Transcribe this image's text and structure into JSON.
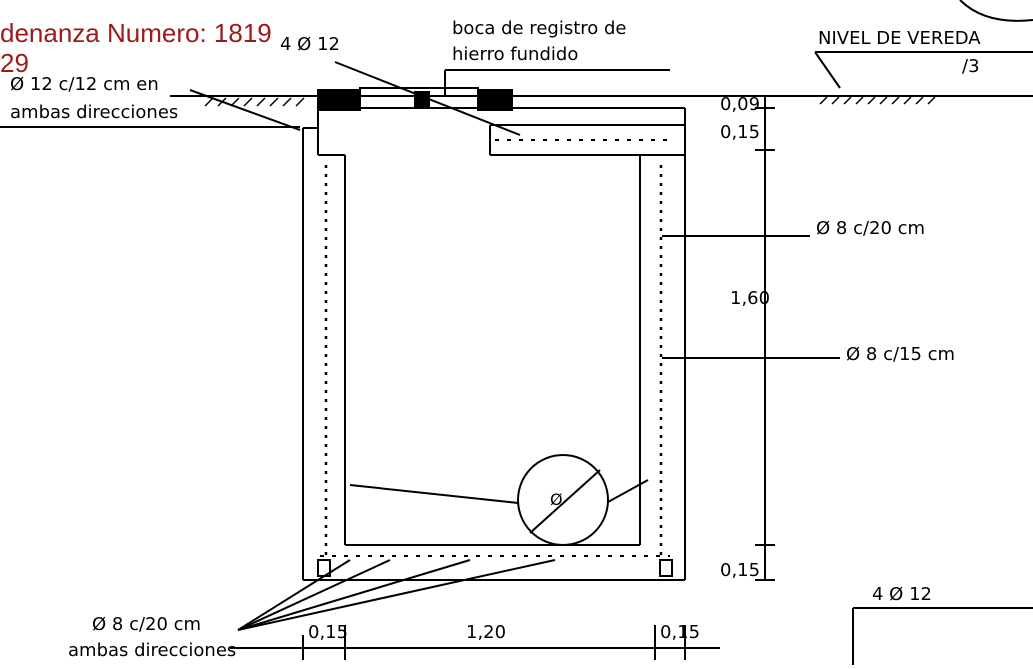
{
  "header": {
    "ordinance_line1": "denanza Numero: 1819",
    "ordinance_line2": "29"
  },
  "labels": {
    "cover_bars": "4 Ø 12",
    "manhole_cover_line1": "boca de registro de",
    "manhole_cover_line2": "hierro fundido",
    "sidewalk_level": "NIVEL DE VEREDA",
    "level_mark": "/3",
    "slab_bars_line1": "Ø 12 c/12 cm en",
    "slab_bars_line2": "ambas direcciones",
    "wall_bars_upper": "Ø 8 c/20 cm",
    "wall_bars_lower": "Ø 8 c/15 cm",
    "base_bars_line1": "Ø 8 c/20 cm",
    "base_bars_line2": "ambas direcciones",
    "bottom_right_bars": "4 Ø 12",
    "pipe_symbol": "Ø"
  },
  "dimensions": {
    "top_offset": "0,09",
    "slab_thickness": "0,15",
    "inner_height": "1,60",
    "base_thickness": "0,15",
    "left_wall": "0,15",
    "inner_width": "1,20",
    "right_wall": "0,15"
  },
  "colors": {
    "ink": "#000000",
    "header": "#9b1b1b",
    "paper": "#ffffff"
  }
}
